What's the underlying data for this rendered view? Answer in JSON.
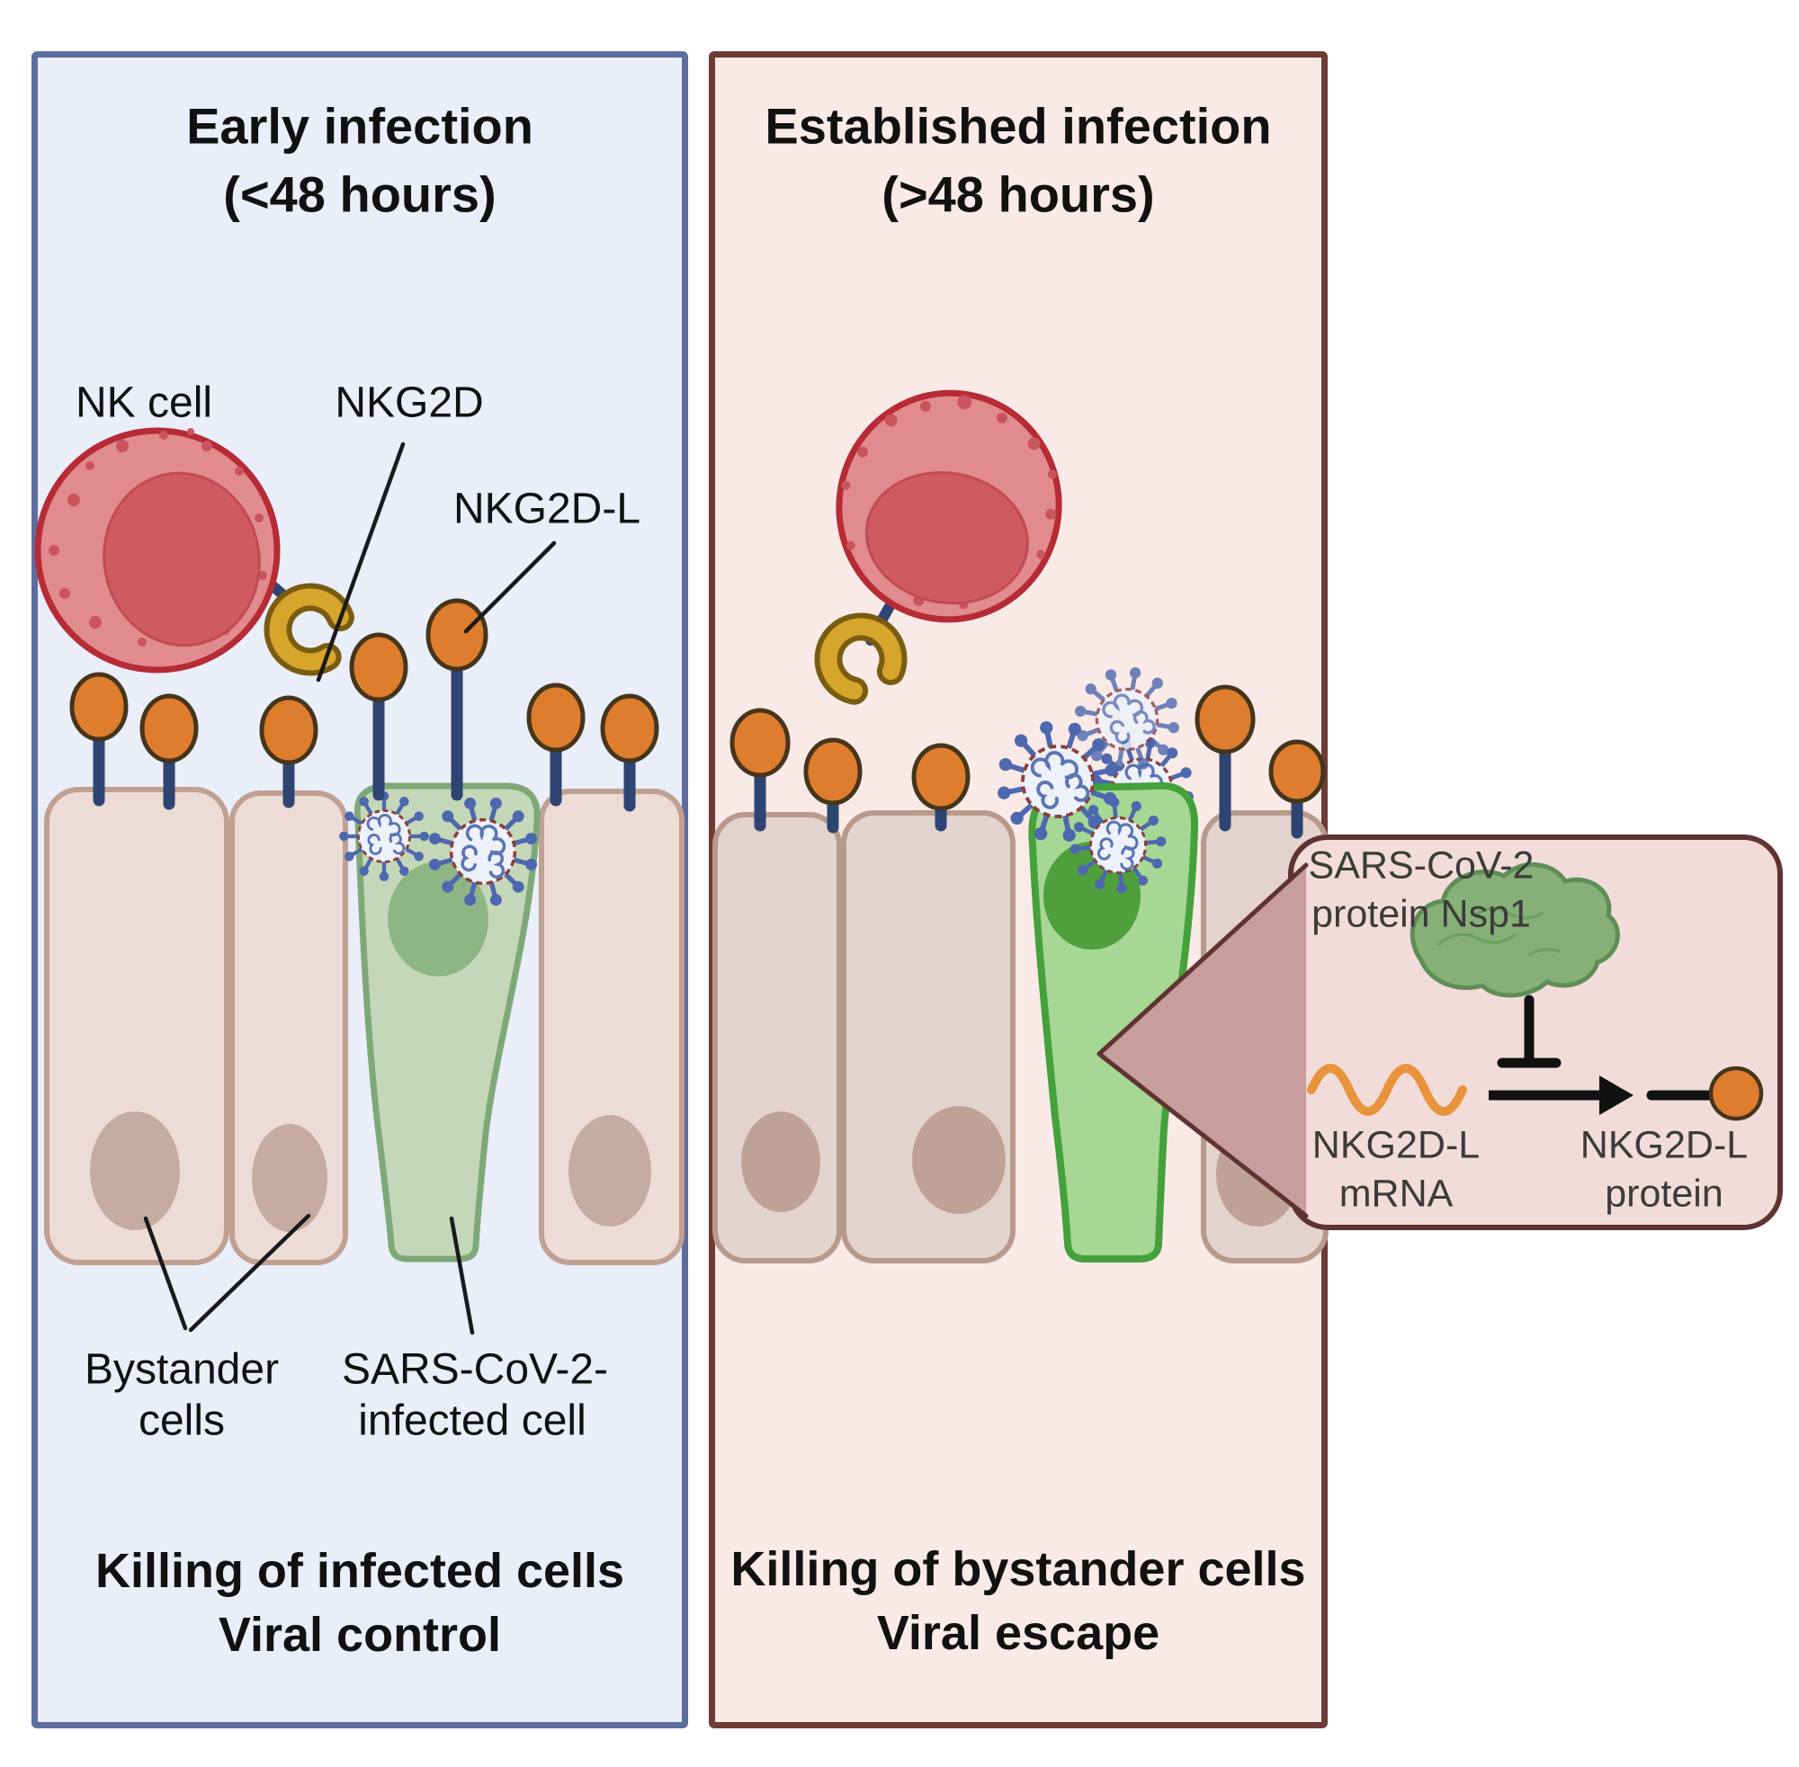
{
  "figure": {
    "type": "two-panel biology schematic",
    "subject": "NK-cell recognition of SARS-CoV-2 infected airway epithelium via NKG2D / NKG2D-L and Nsp1-mediated escape"
  },
  "left_panel": {
    "title_line1": "Early infection",
    "title_line2": "(<48 hours)",
    "nk_cell_label": "NK cell",
    "nkg2d_label": "NKG2D",
    "nkg2d_l_label": "NKG2D-L",
    "bystander_label_line1": "Bystander",
    "bystander_label_line2": "cells",
    "infected_label_line1": "SARS-CoV-2-",
    "infected_label_line2": "infected cell",
    "outcome_line1": "Killing of infected cells",
    "outcome_line2": "Viral control"
  },
  "right_panel": {
    "title_line1": "Established infection",
    "title_line2": "(>48 hours)",
    "outcome_line1": "Killing of bystander cells",
    "outcome_line2": "Viral escape"
  },
  "inset": {
    "title_line1": "SARS-CoV-2",
    "title_line2": "protein Nsp1",
    "mrna_label_line1": "NKG2D-L",
    "mrna_label_line2": "mRNA",
    "protein_label_line1": "NKG2D-L",
    "protein_label_line2": "protein"
  },
  "icons": [
    "nk-cell-icon",
    "nkg2d-receptor-icon",
    "nkg2d-ligand-icon",
    "virus-particle-icon",
    "bystander-cell-icon",
    "infected-cell-icon",
    "nsp1-protein-icon",
    "mrna-wave-icon",
    "inhibition-bar-icon",
    "translation-arrow-icon",
    "nkg2dl-protein-icon",
    "callout-triangle"
  ],
  "colors": {
    "left_panel_bg": "#e9eef8",
    "left_panel_border": "#5d6d9e",
    "right_panel_bg": "#f9eae7",
    "right_panel_border": "#6e3b35",
    "inset_bg": "#f2dcd9",
    "inset_border": "#5f3331",
    "inset_text": "#3b3b3b",
    "callout_fill": "#c89e9c",
    "nk_cell_fill": "#e28b8f",
    "nk_cell_border": "#b62b35",
    "nk_nucleus": "#cf5a62",
    "nk_granule": "#ca545e",
    "nkg2d_receptor": "#d6a52c",
    "nkg2d_receptor_border": "#7a5c10",
    "ligand_head": "#df7d2e",
    "ligand_stalk": "#2e4473",
    "bystander_fill_left": "#ecdcd5",
    "bystander_border_left": "#c0a091",
    "bystander_nucleus_left": "#c6aba0",
    "bystander_fill_right": "#e2d4cd",
    "bystander_border_right": "#b79a8c",
    "bystander_nucleus_right": "#bfa296",
    "infected_fill_left": "#c4d8b9",
    "infected_border_left": "#7fa878",
    "infected_nucleus_left": "#8fb585",
    "infected_fill_right": "#a6d794",
    "infected_border_right": "#44a13b",
    "infected_nucleus_right": "#4f9f3d",
    "virus_body": "#edf1fa",
    "virus_ring": "#8a4040",
    "virus_spike": "#4d68ae",
    "nsp1_fill": "#86b077",
    "nsp1_border": "#5e8d55",
    "mrna_color": "#e8943c",
    "label_text": "#111111"
  }
}
